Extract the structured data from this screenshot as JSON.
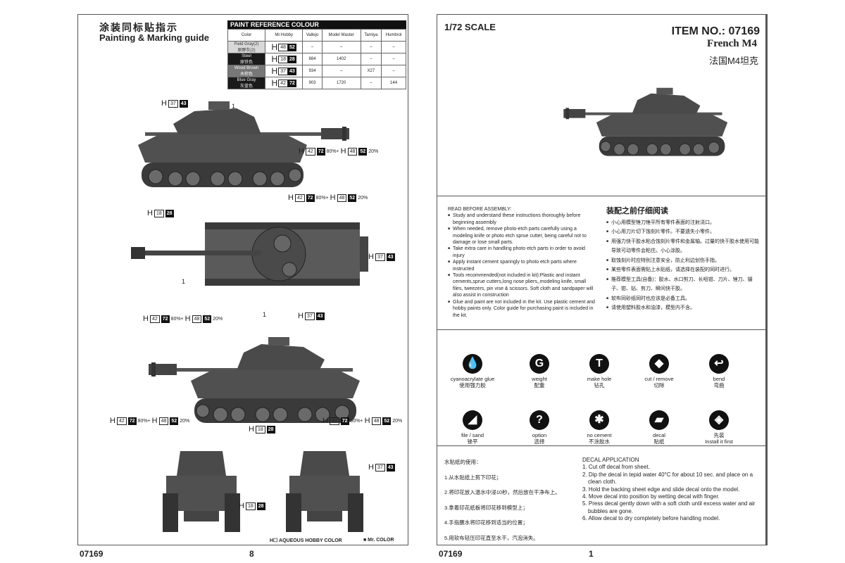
{
  "left_page": {
    "title_cn": "涂装同标贴指示",
    "title_en": "Painting & Marking guide",
    "paint_table": {
      "caption": "PAINT  REFERENCE COLOUR",
      "headers": [
        "Color",
        "Mr.Hobby",
        "Vallejo",
        "Model Master",
        "Tamiya",
        "Humbrol"
      ],
      "rows": [
        {
          "color_en": "Field Gray(2)",
          "color_cn": "原野灰(2)",
          "h_white": "48",
          "h_black": "52",
          "vallejo": "–",
          "model_master": "–",
          "tamiya": "–",
          "humbrol": "–"
        },
        {
          "color_en": "Steel",
          "color_cn": "原铁色",
          "h_white": "18",
          "h_black": "28",
          "vallejo": "884",
          "model_master": "1402",
          "tamiya": "–",
          "humbrol": "–"
        },
        {
          "color_en": "Wood Brown",
          "color_cn": "木棕色",
          "h_white": "37",
          "h_black": "43",
          "vallejo": "934",
          "model_master": "–",
          "tamiya": "X27",
          "humbrol": "–"
        },
        {
          "color_en": "Blue Gray",
          "color_cn": "灰蓝色",
          "h_white": "42",
          "h_black": "72",
          "vallejo": "903",
          "model_master": "1720",
          "tamiya": "–",
          "humbrol": "144"
        }
      ]
    },
    "callouts": [
      {
        "parts": [
          [
            "37",
            "43",
            ""
          ]
        ]
      },
      {
        "parts": [
          [
            "42",
            "72",
            "80%+"
          ],
          [
            "48",
            "52",
            "20%"
          ]
        ]
      },
      {
        "parts": [
          [
            "18",
            "28",
            ""
          ]
        ]
      },
      {
        "parts": [
          [
            "42",
            "72",
            "80%+"
          ],
          [
            "48",
            "52",
            "20%"
          ]
        ]
      },
      {
        "parts": [
          [
            "37",
            "43",
            ""
          ]
        ]
      },
      {
        "parts": [
          [
            "42",
            "72",
            "80%+"
          ],
          [
            "48",
            "52",
            "20%"
          ]
        ]
      },
      {
        "parts": [
          [
            "37",
            "43",
            ""
          ]
        ]
      },
      {
        "parts": [
          [
            "18",
            "28",
            ""
          ]
        ]
      },
      {
        "parts": [
          [
            "42",
            "72",
            "80%+"
          ],
          [
            "48",
            "52",
            "20%"
          ]
        ]
      },
      {
        "parts": [
          [
            "42",
            "72",
            "80%+"
          ],
          [
            "48",
            "52",
            "20%"
          ]
        ]
      },
      {
        "parts": [
          [
            "37",
            "43",
            ""
          ]
        ]
      },
      {
        "parts": [
          [
            "18",
            "28",
            ""
          ]
        ]
      }
    ],
    "h_letter": "H",
    "markers": [
      "1",
      "1",
      "1"
    ],
    "legend_aqueous": "H☐ AQUEOUS HOBBY COLOR",
    "legend_mrcolor": "■ Mr. COLOR",
    "item_no": "07169",
    "page_no": "8"
  },
  "right_page": {
    "scale": "1/72 SCALE",
    "item_no": "ITEM NO.: 07169",
    "model_name": "French M4",
    "model_name_cn": "法国M4坦克",
    "read_title": "READ BEFORE ASSEMBLY:",
    "read_items": [
      "Study and understand these instructions thoroughly before beginning assembly",
      "When needed, remove photo-etch parts carefully using a modeling knife or photo etch sprue cutter, being careful not to damage or lose small parts.",
      "Take extra care in handling photo etch parts in order to avoid injury",
      "Apply instant cement sparingly to photo etch parts where instructed",
      "Tools recommended(not included in kit):Plastic and instant cements,sprue cutters,long nose pliers,,modeling knife, small files, tweezers, pin vise & scissors. Soft cloth and sandpaper will also assist in construction",
      "Glue and paint are not included in the kit. Use plastic cement and hobby paints only. Color guide for purchasing paint is included in the kit."
    ],
    "read_title_cn": "装配之前仔细阅读",
    "read_items_cn": [
      "小心用模型锉刀锉平所有零件表面的注射浇口。",
      "小心用刀片切下蚀刻片零件。不要遗失小零件。",
      "用强力快干胶水粘合蚀刻片零件和金属轴。过量的快干胶水使用可能导致可动零件会粘住。小心涂胶。",
      "取蚀刻片时应特别注意安全，防止利边划伤手指。",
      "某些零件表面需贴上水贴纸，请选择在装配的同时进行。",
      "推荐模型工具(自备)：胶水、水口剪刀、长咀钳、刀片、锉刀、镊子、钳、钻、剪刀、瞬间快干胶。",
      "软布同砂纸同时也应该是必备工具。",
      "请使用塑料胶水和油漆，模型内不含。"
    ],
    "icons": [
      {
        "icon": "glue-drop",
        "en": "cyanoacrylate glue",
        "cn": "使用强力胶"
      },
      {
        "icon": "weight",
        "en": "weight",
        "cn": "配重"
      },
      {
        "icon": "drill",
        "en": "make hole",
        "cn": "钻孔"
      },
      {
        "icon": "cut",
        "en": "cut / remove",
        "cn": "切除"
      },
      {
        "icon": "bend",
        "en": "bend",
        "cn": "弯曲"
      },
      {
        "icon": "file",
        "en": "file / sand",
        "cn": "锉平"
      },
      {
        "icon": "question",
        "en": "option",
        "cn": "选择"
      },
      {
        "icon": "no-cement",
        "en": "no cement",
        "cn": "不涂胶水"
      },
      {
        "icon": "decal",
        "en": "decal",
        "cn": "贴纸"
      },
      {
        "icon": "install-first",
        "en": "Install it first",
        "cn": "先装"
      }
    ],
    "decal_cn_title": "水贴纸的使用：",
    "decal_cn": [
      "1.从水贴纸上剪下印花；",
      "2.将印花放入温水中浸10秒，然后放在干净布上。",
      "3.拿着印花纸板将印花移到模型上；",
      "4.手指蘸水将印花移到适当的位置；",
      "5.用软布轻压印花直至水干，汽泡消失。"
    ],
    "decal_en_title": "DECAL APPLICATION",
    "decal_en": [
      "1. Cut off decal from sheet.",
      "2. Dip the decal in tepid water 40°C for about 10 sec. and place on a clean cloth.",
      "3. Hold the backing sheet edge and slide decal onto the model.",
      "4. Move decal into position by wetting decal with finger.",
      "5. Press decal gently down with a soft cloth until excess water and air bubbles are gone.",
      "6. Allow decal to dry completely before handling model."
    ],
    "item_no_footer": "07169",
    "page_no": "1"
  }
}
